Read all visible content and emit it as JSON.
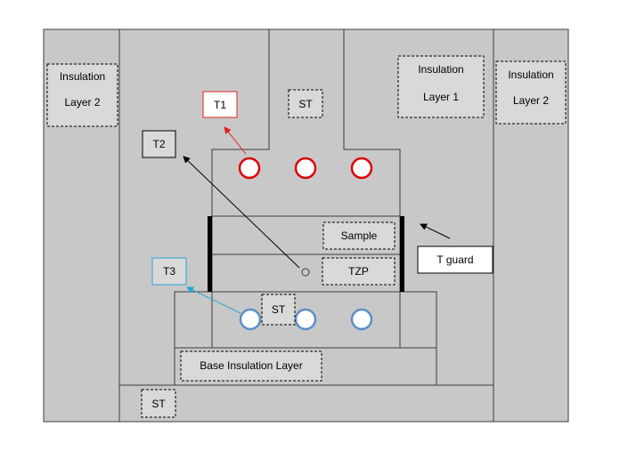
{
  "labels": {
    "insulation_layer_2_left": [
      "Insulation",
      "Layer 2"
    ],
    "insulation_layer_1": [
      "Insulation",
      "Layer 1"
    ],
    "insulation_layer_2_right": [
      "Insulation",
      "Layer 2"
    ],
    "t1": "T1",
    "t2": "T2",
    "t3": "T3",
    "st_top": "ST",
    "st_mid": "ST",
    "st_bottom": "ST",
    "sample": "Sample",
    "tzp": "TZP",
    "t_guard": "T guard",
    "base_insulation_layer": "Base Insulation Layer"
  },
  "colors": {
    "background_region": "#c8c8c8",
    "label_box": "#d9d9d9",
    "t1_color": "#e02020",
    "t3_color": "#28a4d8",
    "upper_heater_circle": "#e00000",
    "lower_heater_circle": "#5b8fc9",
    "guard_bar": "#000000"
  }
}
